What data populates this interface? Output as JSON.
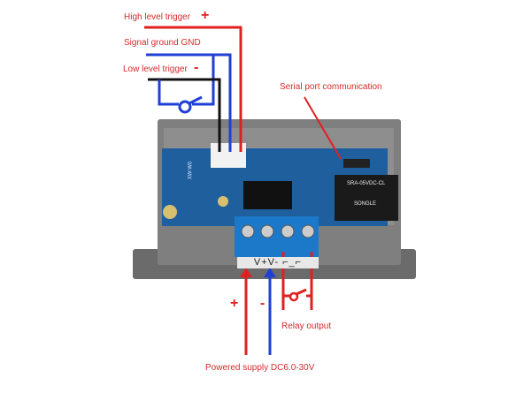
{
  "labels": {
    "high_trigger": "High level trigger",
    "high_sign": "+",
    "signal_gnd": "Signal ground GND",
    "low_trigger": "Low level trigger",
    "low_sign": "-",
    "serial": "Serial port communication",
    "relay_output": "Relay output",
    "power_supply": "Powered supply DC6.0-30V",
    "power_plus": "+",
    "power_minus": "-"
  },
  "device": {
    "terminal_strip": "V+V- ⌐_⌐",
    "board_model": "XW-W0",
    "relay_model": "SRA-05VDC-CL",
    "relay_brand": "SONGLE"
  },
  "colors": {
    "red": "#e02020",
    "blue": "#1f3fd6",
    "black": "#111111",
    "label": "#d42a2a",
    "pcb": "#1f5f9e",
    "case": "#7a7a7a"
  }
}
